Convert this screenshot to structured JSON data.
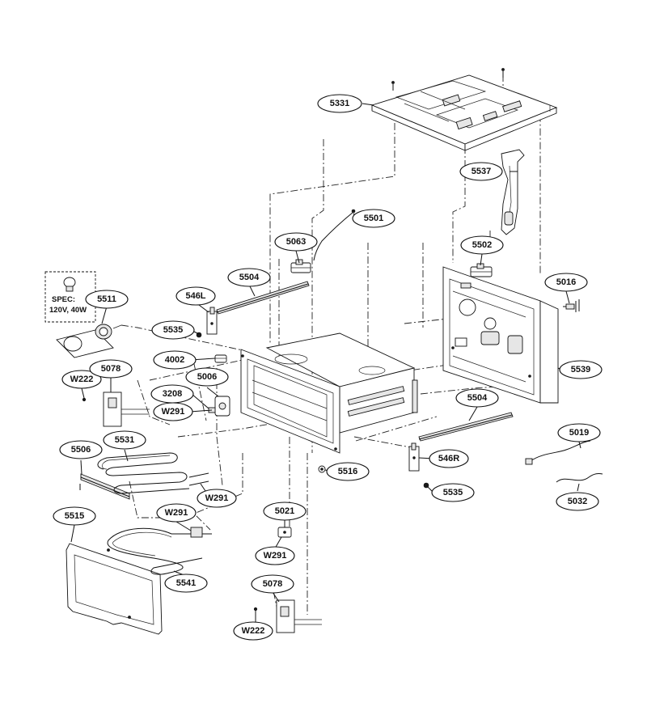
{
  "spec_box": {
    "title": "SPEC:",
    "value": "120V, 40W"
  },
  "part_labels": {
    "p5331": "5331",
    "p5537": "5537",
    "p5501": "5501",
    "p5063": "5063",
    "p5502": "5502",
    "p5504_top": "5504",
    "p546L": "546L",
    "p5016": "5016",
    "p5511": "5511",
    "p5535_left": "5535",
    "p4002": "4002",
    "p5539": "5539",
    "pW222_top": "W222",
    "p5078_top": "5078",
    "p5006": "5006",
    "p3208": "3208",
    "pW291_a": "W291",
    "p5504_right": "5504",
    "p5019": "5019",
    "p5506": "5506",
    "p5531": "5531",
    "p546R": "546R",
    "p5516": "5516",
    "pW291_b": "W291",
    "p5535_right": "5535",
    "p5032": "5032",
    "p5515": "5515",
    "pW291_c": "W291",
    "p5021": "5021",
    "pW291_d": "W291",
    "p5541": "5541",
    "p5078_bottom": "5078",
    "pW222_bottom": "W222"
  }
}
